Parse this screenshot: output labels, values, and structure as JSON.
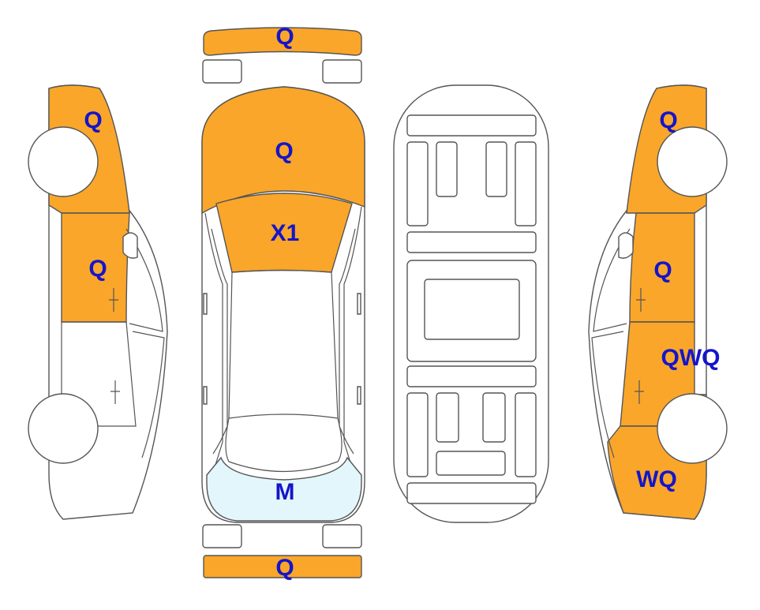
{
  "colors": {
    "damage_fill": "#F9A62B",
    "glass_fill": "#E3F6FB",
    "label_color": "#1515C8",
    "outline": "#555555"
  },
  "labels": {
    "front_bumper": "Q",
    "hood": "Q",
    "windshield": "X1",
    "rear_window": "M",
    "rear_bumper": "Q",
    "left_front_fender": "Q",
    "left_front_door": "Q",
    "right_front_fender": "Q",
    "right_front_door": "Q",
    "right_rear_door": "QWQ",
    "right_rear_quarter": "WQ"
  }
}
